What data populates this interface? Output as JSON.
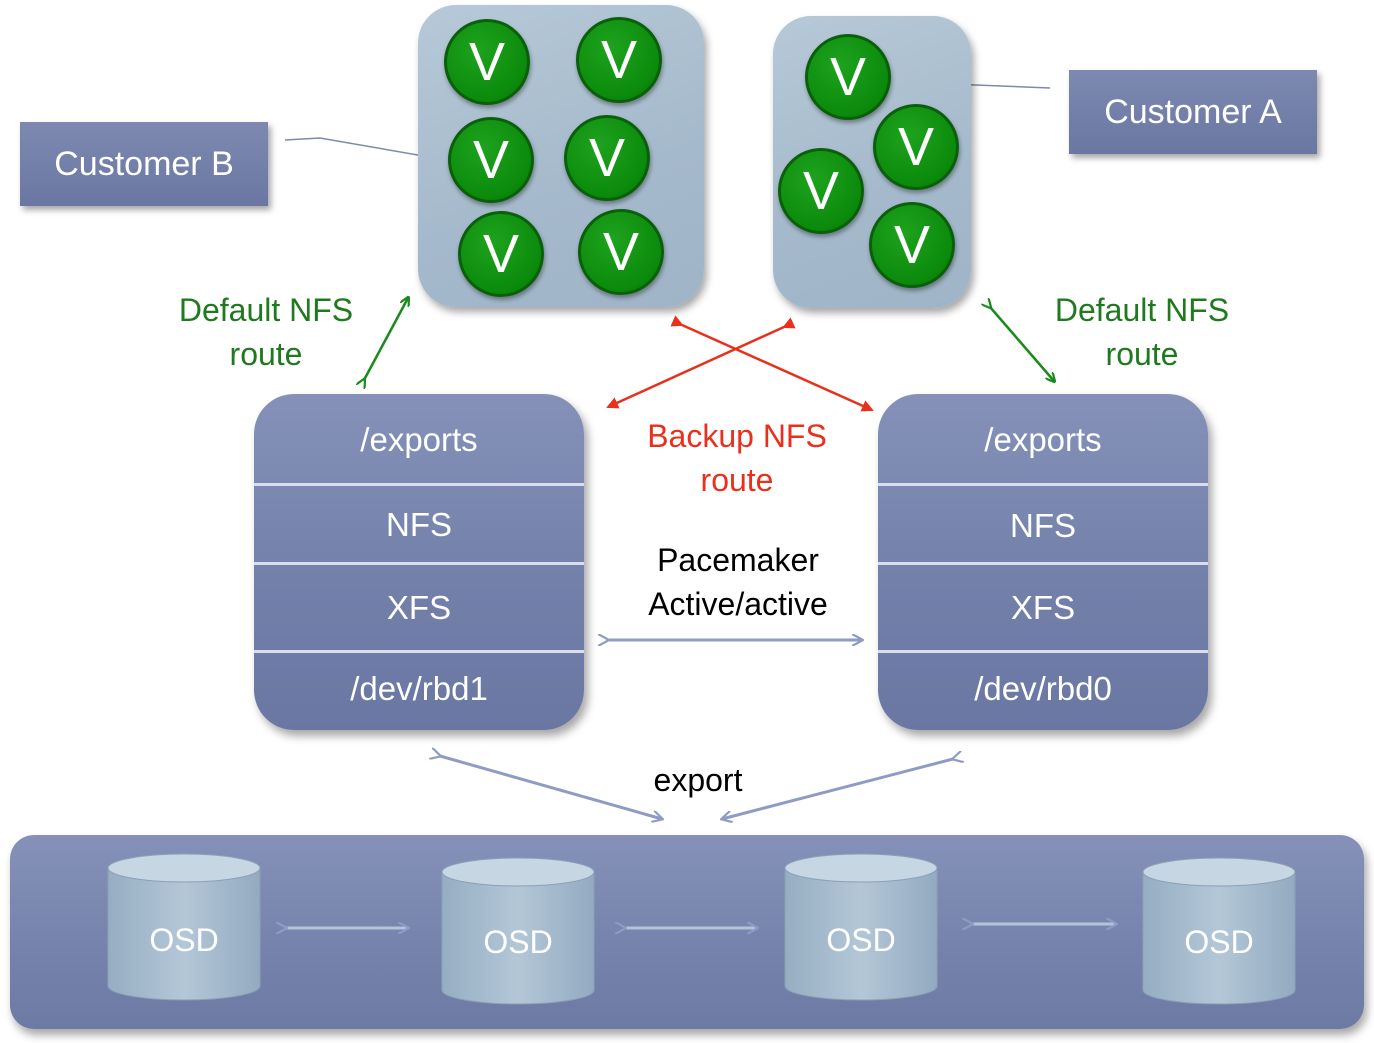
{
  "customers": {
    "b": "Customer B",
    "a": "Customer A"
  },
  "vm_label": "V",
  "routes": {
    "default_left_line1": "Default NFS",
    "default_left_line2": "route",
    "default_right_line1": "Default NFS",
    "default_right_line2": "route",
    "backup_line1": "Backup NFS",
    "backup_line2": "route"
  },
  "pacemaker": {
    "line1": "Pacemaker",
    "line2": "Active/active"
  },
  "export_label": "export",
  "left_stack": {
    "exports": "/exports",
    "nfs": "NFS",
    "fs": "XFS",
    "device": "/dev/rbd1"
  },
  "right_stack": {
    "exports": "/exports",
    "nfs": "NFS",
    "fs": "XFS",
    "device": "/dev/rbd0"
  },
  "osds": [
    "OSD",
    "OSD",
    "OSD",
    "OSD"
  ],
  "colors": {
    "vm_green": "#0b8a0b",
    "default_route": "#1f7a1f",
    "backup_route": "#e8301d",
    "node_blue": "#7380aa",
    "arrow_blue": "#8f9bc4",
    "osd_cylinder": "#a9bfd1"
  }
}
